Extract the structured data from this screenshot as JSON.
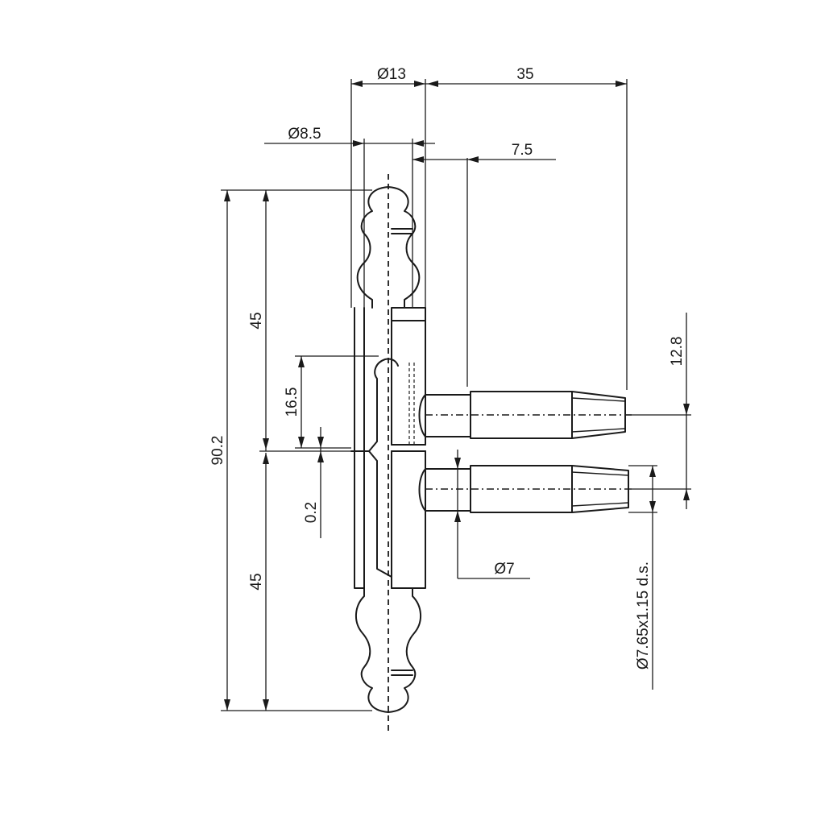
{
  "dimensions": {
    "outer_diameter": "Ø13",
    "pin_diameter": "Ø8.5",
    "pin_length_span": "35",
    "offset": "7.5",
    "pin_spacing": "12.8",
    "total_height": "90.2",
    "upper_half": "45",
    "lower_half": "45",
    "leaf_height": "16.5",
    "gap": "0.2",
    "pin_shank_diameter": "Ø7",
    "thread_spec": "Ø7.65x1.15 d.s."
  }
}
